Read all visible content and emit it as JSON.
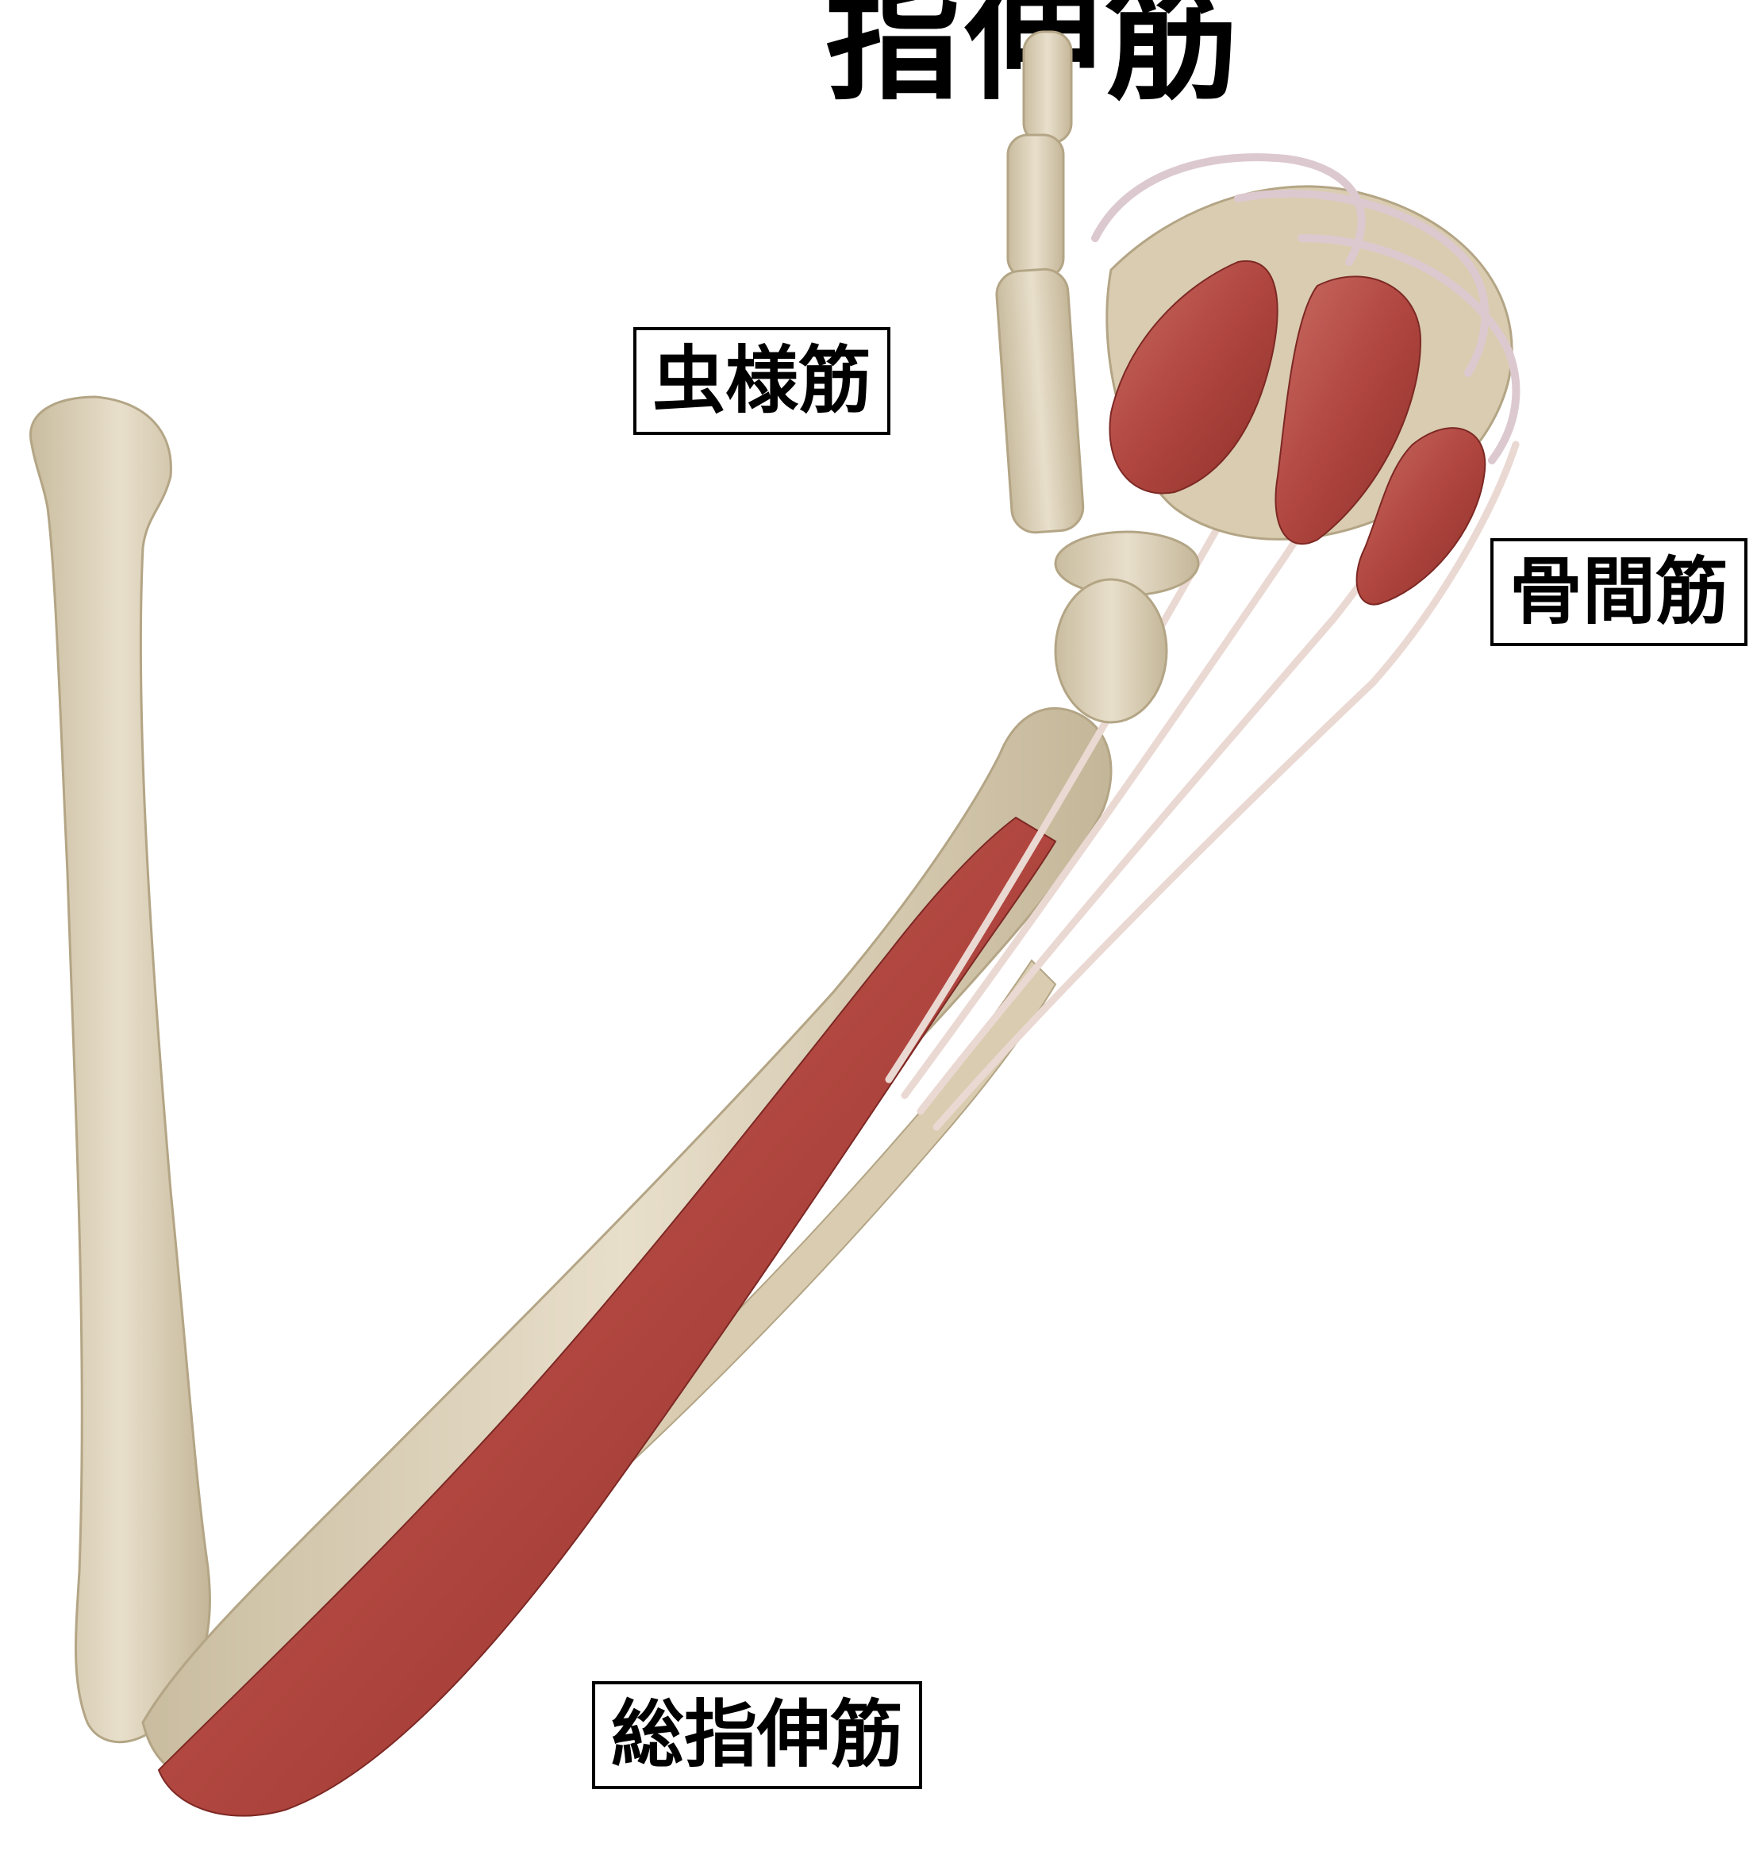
{
  "title": "指伸筋",
  "labels": {
    "lumbrical": "虫様筋",
    "interossei": "骨間筋",
    "extensor_digitorum": "総指伸筋"
  },
  "colors": {
    "background": "#ffffff",
    "bone": "#ddd2bb",
    "muscle": "#b8504a",
    "tendon": "#e6cfc9",
    "label_border": "#000000"
  }
}
